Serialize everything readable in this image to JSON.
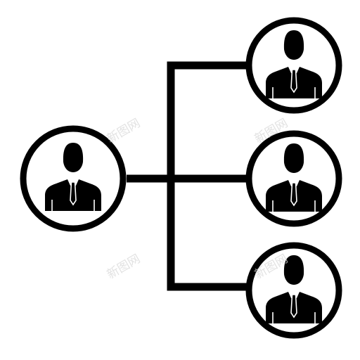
{
  "colors": {
    "background": "#ffffff",
    "stroke": "#000000",
    "watermark": "#d6d6d6"
  },
  "icon": "org-chart-hierarchy-icon",
  "nodes": [
    {
      "id": "root",
      "icon": "businessman-icon"
    },
    {
      "id": "child-1",
      "icon": "businessman-icon"
    },
    {
      "id": "child-2",
      "icon": "businessman-icon"
    },
    {
      "id": "child-3",
      "icon": "businessman-icon"
    }
  ],
  "watermark": {
    "text": "新图网"
  }
}
